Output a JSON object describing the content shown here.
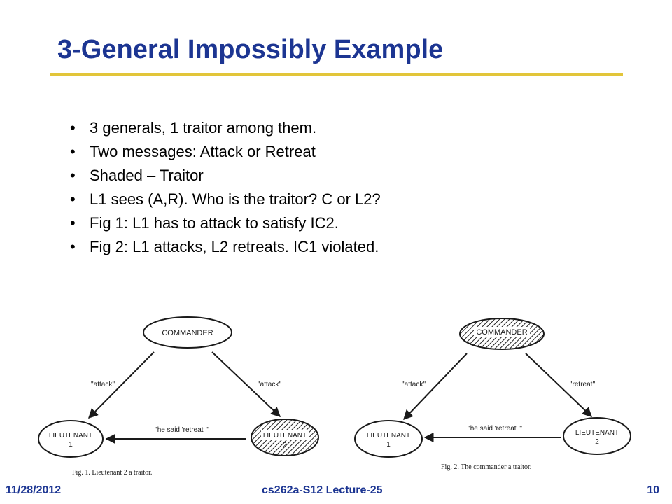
{
  "slide": {
    "title": "3-General Impossibly Example",
    "bullets": [
      "3 generals, 1 traitor among them.",
      "Two messages: Attack or Retreat",
      "Shaded – Traitor",
      "L1 sees (A,R). Who is the traitor? C or L2?",
      "Fig 1: L1 has to attack to satisfy IC2.",
      "Fig 2: L1 attacks, L2 retreats. IC1 violated."
    ],
    "bullet_glyph": "•"
  },
  "fig1": {
    "commander": "COMMANDER",
    "lt1_line1": "LIEUTENANT",
    "lt1_line2": "1",
    "lt2_line1": "LIEUTENANT",
    "lt2_line2": "2",
    "msg_left": "''attack''",
    "msg_right": "''attack''",
    "msg_bottom": "''he said 'retreat' ''",
    "caption": "Fig. 1.   Lieutenant 2 a traitor."
  },
  "fig2": {
    "commander": "COMMANDER",
    "lt1_line1": "LIEUTENANT",
    "lt1_line2": "1",
    "lt2_line1": "LIEUTENANT",
    "lt2_line2": "2",
    "msg_left": "''attack''",
    "msg_right": "''retreat''",
    "msg_bottom": "''he said 'retreat' ''",
    "caption": "Fig. 2.   The commander a traitor."
  },
  "footer": {
    "date": "11/28/2012",
    "course": "cs262a-S12 Lecture-25",
    "page": "10"
  },
  "colors": {
    "title": "#1c3592",
    "rule": "#e2c53a",
    "figure_ink": "#1a1a1a"
  }
}
